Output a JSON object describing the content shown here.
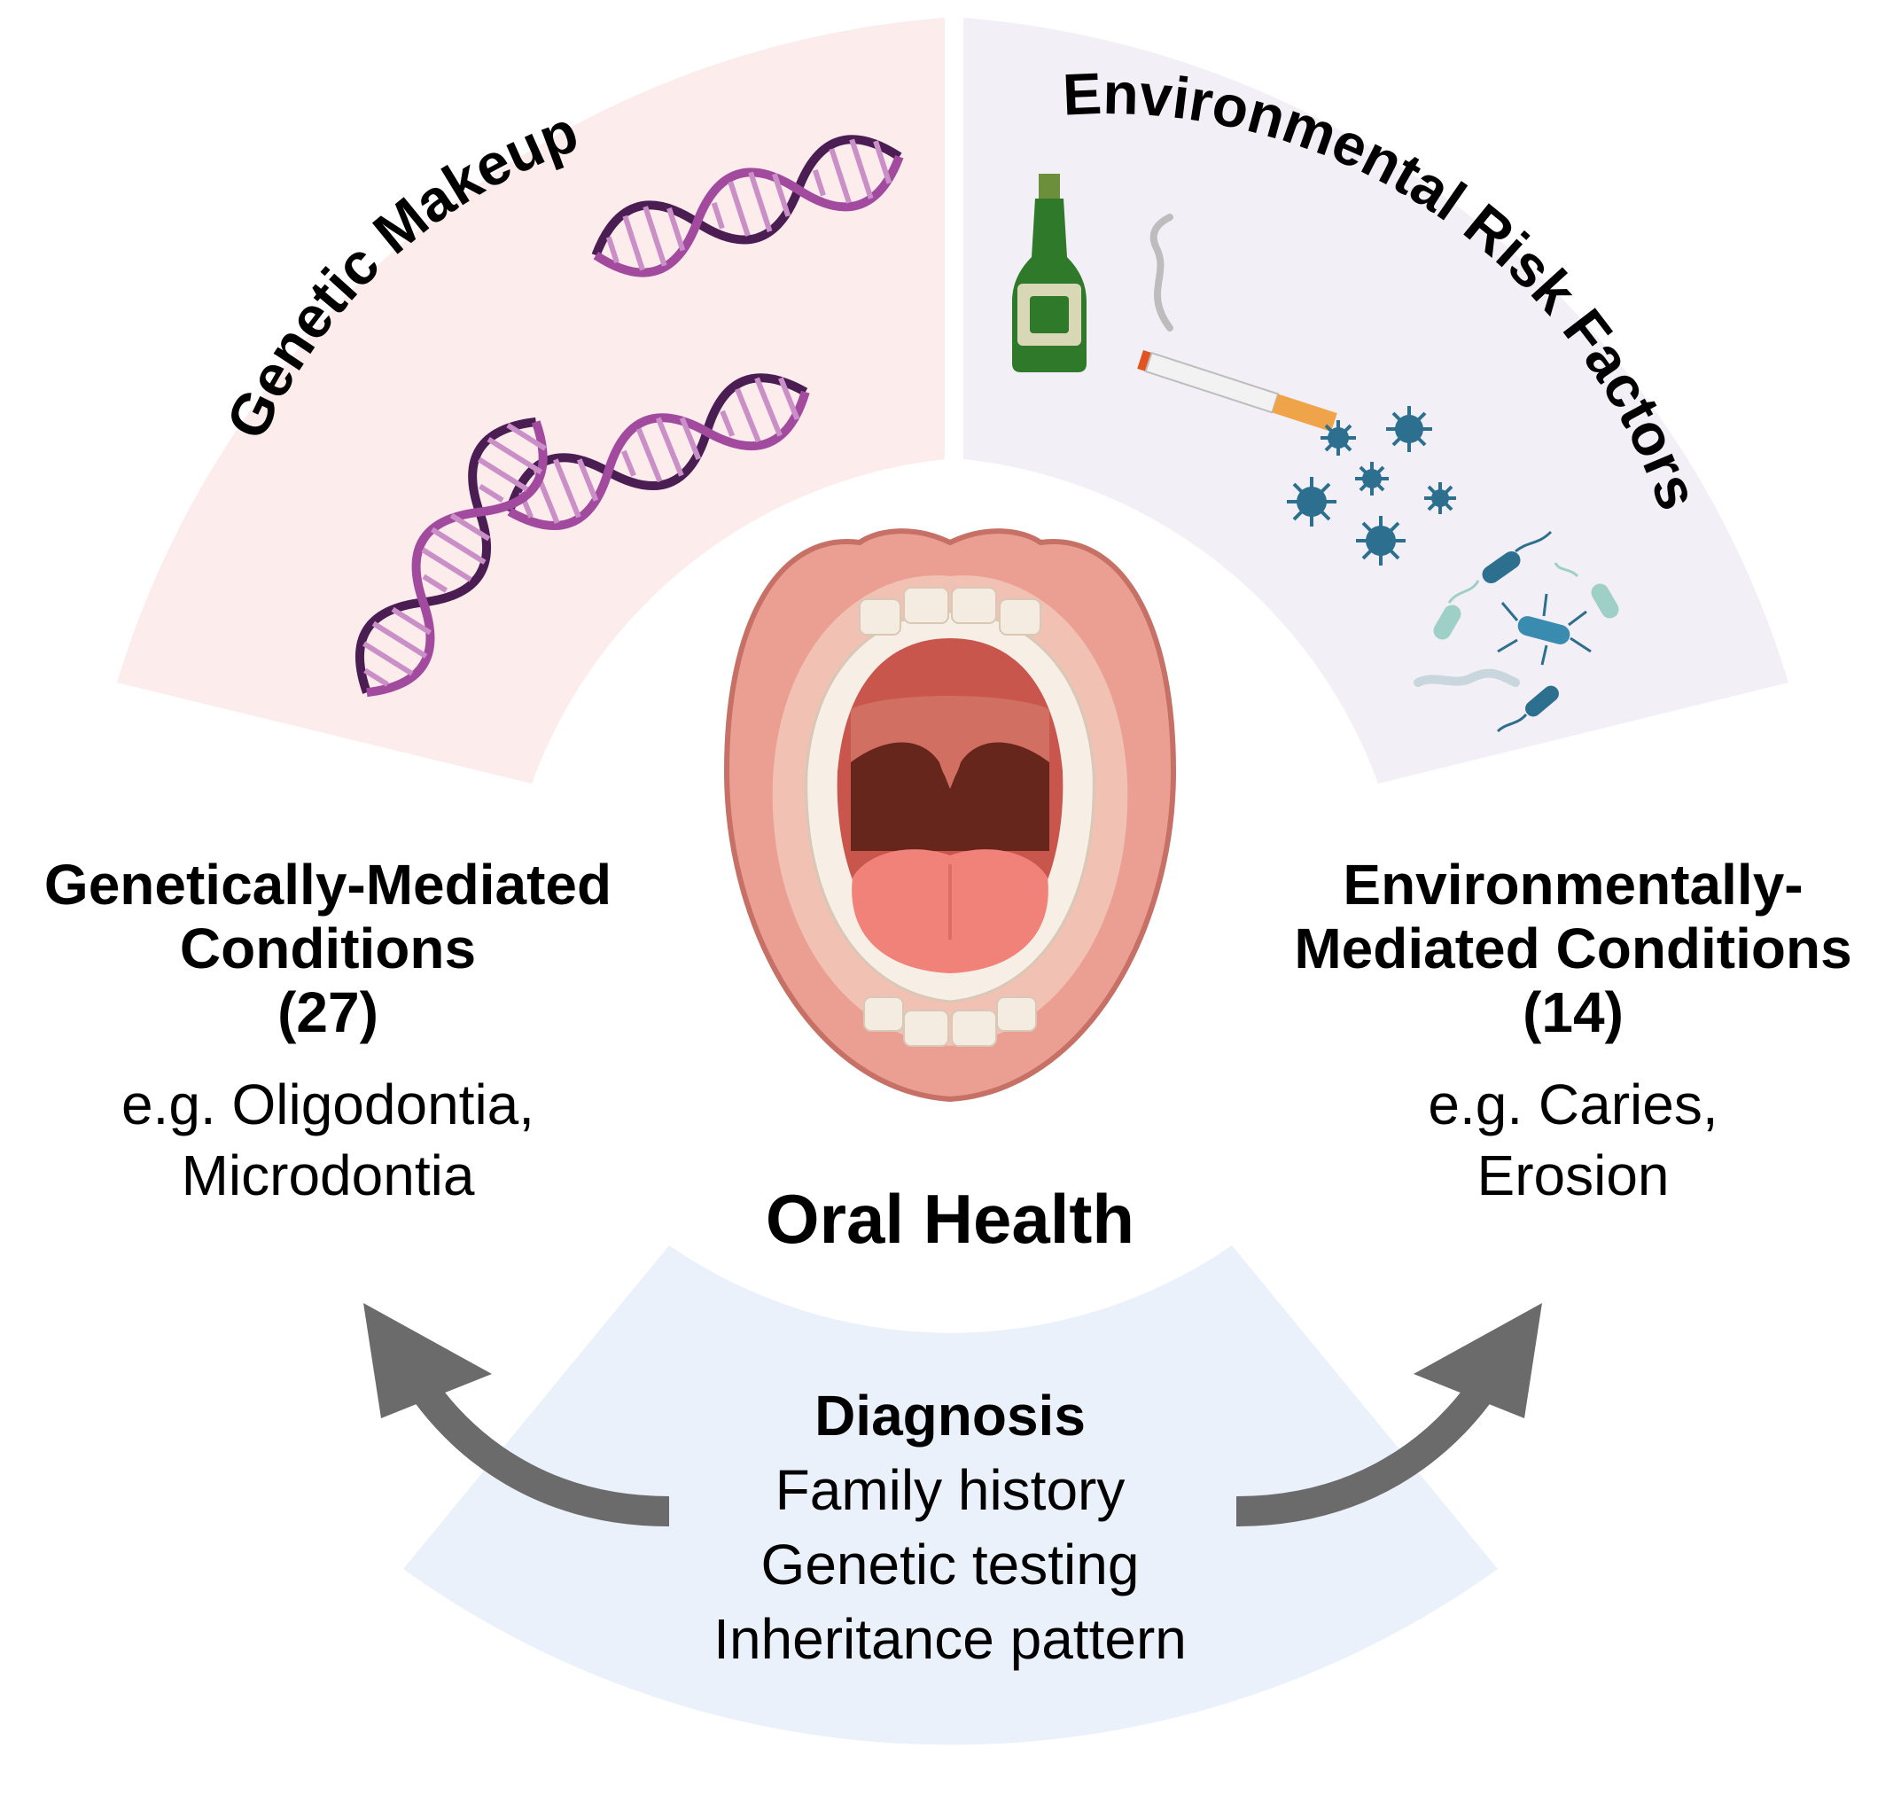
{
  "genetic": {
    "arc_title": "Genetic Makeup",
    "heading_line1": "Genetically-Mediated",
    "heading_line2": "Conditions",
    "count": "(27)",
    "example_line1": "e.g. Oligodontia,",
    "example_line2": "Microdontia"
  },
  "environmental": {
    "arc_title": "Environmental Risk Factors",
    "heading_line1": "Environmentally-",
    "heading_line2": "Mediated Conditions",
    "count": "(14)",
    "example_line1": "e.g. Caries,",
    "example_line2": "Erosion"
  },
  "center": {
    "title": "Oral Health"
  },
  "diagnosis": {
    "title": "Diagnosis",
    "items": [
      "Family history",
      "Genetic testing",
      "Inheritance pattern"
    ]
  },
  "colors": {
    "genetic_sector": "#fcecec",
    "environmental_sector": "#f3eff6",
    "diagnosis_sector": "#eaf1fb",
    "arrow": "#6b6b6b",
    "dna_dark": "#4a1e52",
    "dna_light": "#a14a9e",
    "virus": "#2c6f8f"
  }
}
